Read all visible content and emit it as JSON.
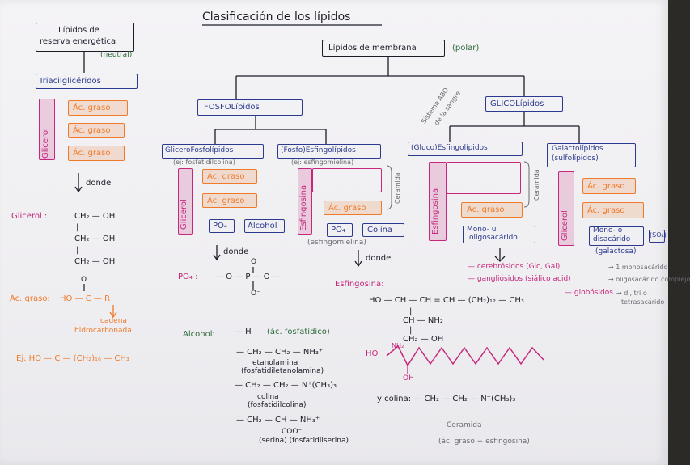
{
  "title": "Clasificación de los lípidos",
  "reserve": {
    "heading": [
      "Lípidos de",
      "reserva energética"
    ],
    "polarity": "(neutral)",
    "triglycerides": "Triacilglicéridos",
    "glycerol": "Glicerol",
    "fatty_acids": [
      "Ác. graso",
      "Ác. graso",
      "Ác. graso"
    ],
    "where": "donde",
    "glycerol_label": "Glicerol :",
    "glycerol_formula": [
      "CH₂ — OH",
      "|",
      "CH₂ — OH",
      "|",
      "CH₂ — OH"
    ],
    "fatty_acid_label": "Ác. graso:",
    "fatty_acid_formula": "HO — C — R",
    "carbonyl": "O",
    "chain_note": [
      "cadena",
      "hidrocarbonada"
    ],
    "example": "Ej: HO — C — (CH₂)₁₆ — CH₃"
  },
  "membrane": {
    "heading": "Lípidos de membrana",
    "polarity": "(polar)",
    "phospho": "FOSFOLípidos",
    "glyco": "GLICOLípidos",
    "glycerophospho": "GliceroFosfolípidos",
    "glycerophospho_note": "(ej: fosfatidilcolina)",
    "sphingophospho": "(Fosfo)Esfingolípidos",
    "sphingophospho_note": "(ej: esfingomielina)",
    "glucosphingo": "(Gluco)Esfingolípidos",
    "galactolipids": [
      "Galactolípidos",
      "(sulfolípidos)"
    ],
    "abo_note": [
      "Sistema ABO",
      "de la sangre"
    ],
    "glicerol": "Glicerol",
    "esfingosina": "Esfingosina",
    "fatty_acid": "Ác. graso",
    "po4": "PO₄",
    "alcohol": "Alcohol",
    "colina": "Colina",
    "ceramida": "Ceramida",
    "esfingomielina": "(esfingomielina)",
    "mono_oligo": [
      "Mono- u",
      "oligosacárido"
    ],
    "mono_di": [
      "Mono- o",
      "disacárido"
    ],
    "so4": "(SO₄)",
    "galactose_note": "(galactosa)",
    "cerebrosides": "— cerebrósidos (Glc, Gal)",
    "cerebrosides_note": "→ 1 monosacárido",
    "gangliosides": "— gangliósidos (siálico acid)",
    "gangliosides_note": "→ oligosacárido complejo",
    "globosides": "— globósidos",
    "globosides_note": [
      "→ di, tri o",
      "tetrasacárido"
    ]
  },
  "details": {
    "where": "donde",
    "po4_label": "PO₄ :",
    "po4_formula": "— O — P — O —",
    "po4_o_top": "O",
    "po4_o_bottom": "O⁻",
    "alcohol_label": "Alcohol:",
    "alcohols": [
      {
        "formula": "— H",
        "name": "(ác. fosfatídico)"
      },
      {
        "formula": "— CH₂ — CH₂ — NH₃⁺",
        "name": "etanolamina",
        "sub": "(fosfatidiletanolamina)"
      },
      {
        "formula": "— CH₂ — CH₂ — N⁺(CH₃)₃",
        "name": "colina",
        "sub": "(fosfatidilcolina)"
      },
      {
        "formula": "— CH₂ — CH — NH₃⁺",
        "name": "COO⁻",
        "sub": "(serina) (fosfatidilserina)"
      }
    ],
    "sphingosine_label": "Esfingosina:",
    "sphingosine_formula": "HO — CH — CH = CH — (CH₂)₁₂ — CH₃",
    "sphingosine_branch": [
      "|",
      "CH — NH₂",
      "|",
      "CH₂ — OH"
    ],
    "zigzag_ho": "HO",
    "zigzag_nh2": "NH₂",
    "zigzag_oh": "OH",
    "colina_formula": "y colina: — CH₂ — CH₂ — N⁺(CH₃)₃",
    "ceramide_label": "Ceramida",
    "ceramide_note": "(ác. graso + esfingosina)"
  }
}
